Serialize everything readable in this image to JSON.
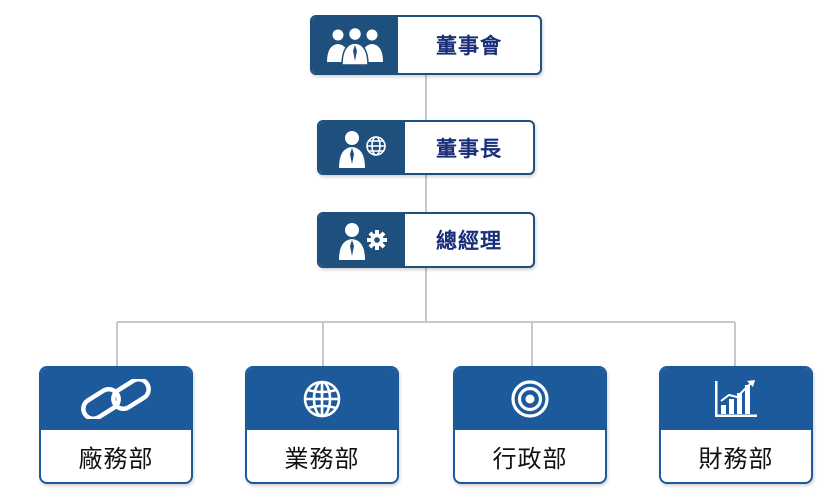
{
  "colors": {
    "primary": "#1f4f7c",
    "dept": "#1c5a9b",
    "connector": "#c8c8c8",
    "label": "#1a2f7a"
  },
  "nodes": {
    "board": {
      "label": "董事會",
      "icon": "group-icon"
    },
    "chairman": {
      "label": "董事長",
      "icon": "person-globe-icon"
    },
    "gm": {
      "label": "總經理",
      "icon": "person-gear-icon"
    }
  },
  "departments": [
    {
      "label": "廠務部",
      "icon": "chain-link-icon"
    },
    {
      "label": "業務部",
      "icon": "globe-icon"
    },
    {
      "label": "行政部",
      "icon": "target-icon"
    },
    {
      "label": "財務部",
      "icon": "bar-chart-icon"
    }
  ]
}
